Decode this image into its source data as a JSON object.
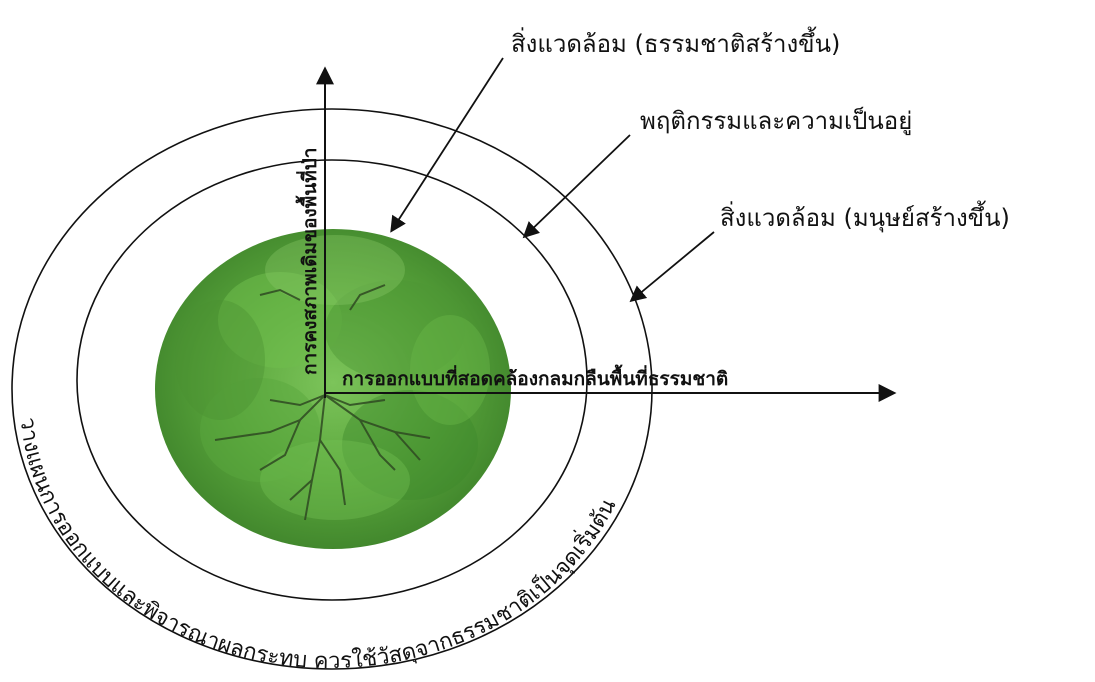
{
  "labels": {
    "natural_environment": "สิ่งแวดล้อม (ธรรมชาติสร้างขึ้น)",
    "behavior_living": "พฤติกรรมและความเป็นอยู่",
    "built_environment": "สิ่งแวดล้อม (มนุษย์สร้างขึ้น)"
  },
  "axes": {
    "vertical": "การคงสภาพเดิมของพื้นที่ป่า",
    "horizontal": "การออกแบบที่สอดคล้องกลมกลืนพื้นที่ธรรมชาติ"
  },
  "ring_caption": "วางแผนการออกแบบและพิจารณาผลกระทบ ควรใช้วัสดุจากธรรมชาติเป็นจุดเริ่มต้น",
  "colors": {
    "line": "#111111",
    "green_light": "#6cb84a",
    "green_mid": "#4f9a35",
    "green_dark": "#3c7e2a",
    "roots": "#2f4a22"
  }
}
